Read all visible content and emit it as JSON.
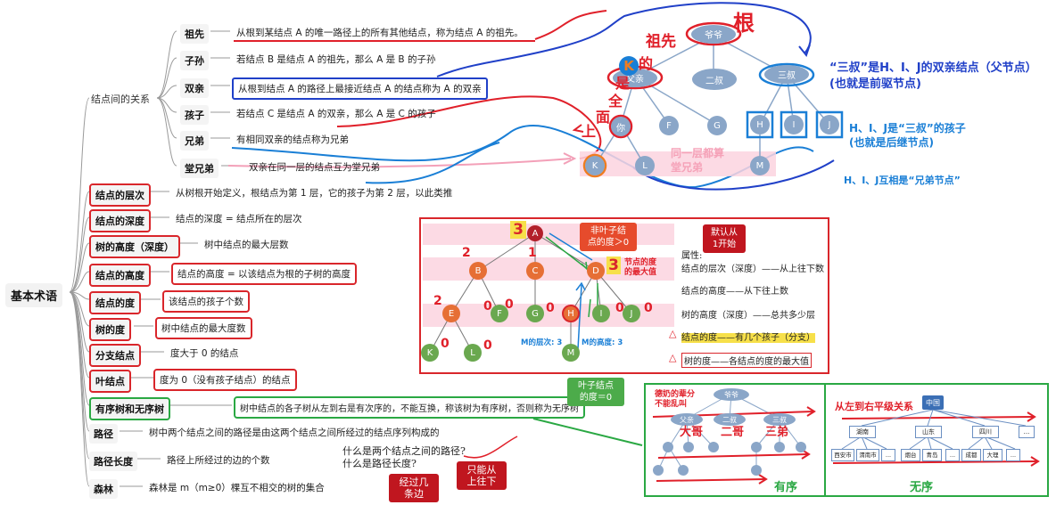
{
  "root": "基本术语",
  "group_relation": "结点间的关系",
  "relations": [
    {
      "term": "祖先",
      "desc": "从根到某结点 A 的唯一路径上的所有其他结点，称为结点 A 的祖先。"
    },
    {
      "term": "子孙",
      "desc": "若结点 B 是结点 A 的祖先，那么 A 是 B 的子孙"
    },
    {
      "term": "双亲",
      "desc": "从根到结点 A 的路径上最接近结点 A 的结点称为 A 的双亲"
    },
    {
      "term": "孩子",
      "desc": "若结点 C 是结点 A 的双亲，那么 A 是 C 的孩子"
    },
    {
      "term": "兄弟",
      "desc": "有相同双亲的结点称为兄弟"
    },
    {
      "term": "堂兄弟",
      "desc": "双亲在同一层的结点互为堂兄弟"
    }
  ],
  "terms": [
    {
      "term": "结点的层次",
      "desc": "从树根开始定义，根结点为第 1 层，它的孩子为第 2 层，以此类推"
    },
    {
      "term": "结点的深度",
      "desc": "结点的深度 = 结点所在的层次"
    },
    {
      "term": "树的高度（深度）",
      "desc": "树中结点的最大层数"
    },
    {
      "term": "结点的高度",
      "desc": "结点的高度 = 以该结点为根的子树的高度"
    },
    {
      "term": "结点的度",
      "desc": "该结点的孩子个数"
    },
    {
      "term": "树的度",
      "desc": "树中结点的最大度数"
    },
    {
      "term": "分支结点",
      "desc": "度大于 0 的结点"
    },
    {
      "term": "叶结点",
      "desc": "度为 0（没有孩子结点）的结点"
    },
    {
      "term": "有序树和无序树",
      "desc": "树中结点的各子树从左到右是有次序的，不能互换，称该树为有序树，否则称为无序树"
    },
    {
      "term": "路径",
      "desc": "树中两个结点之间的路径是由这两个结点之间所经过的结点序列构成的"
    },
    {
      "term": "路径长度",
      "desc": "路径上所经过的边的个数"
    },
    {
      "term": "森林",
      "desc": "森林是 m（m≥0）棵互不相交的树的集合"
    }
  ],
  "family_tree": {
    "nodes": [
      "爷爷",
      "父亲",
      "二叔",
      "三叔",
      "你",
      "F",
      "G",
      "H",
      "I",
      "J",
      "K",
      "L",
      "M"
    ],
    "notes": {
      "root": "根",
      "ancestor": "祖先",
      "k_badge": "K",
      "of": "的",
      "is": "是",
      "all": "全",
      "face": "面",
      "up": "上",
      "cousin": "同一层都算\n堂兄弟",
      "parent_note": "“三叔”是H、I、J的双亲结点（父节点）\n(也就是前驱节点)",
      "child_note": "H、I、J是“三叔”的孩子\n(也就是后继节点)",
      "sibling_note": "H、I、J互相是“兄弟节点”"
    }
  },
  "level_tree": {
    "nodes": [
      "A",
      "B",
      "C",
      "D",
      "E",
      "F",
      "G",
      "H",
      "I",
      "J",
      "K",
      "L",
      "M"
    ],
    "callout_nonleaf": "非叶子结\n点的度＞0",
    "callout_leaf": "叶子结点\n的度＝0",
    "callout_default": "默认从\n1开始",
    "degree_A": "3",
    "degree_D": "3",
    "d_note": "节点的度\n的最大值",
    "nums": [
      "2",
      "1",
      "0",
      "2",
      "0",
      "0",
      "0",
      "0",
      "0",
      "0"
    ],
    "m_level": "M的层次: 3",
    "m_height": "M的高度: 3",
    "attrs": [
      "属性:",
      "结点的层次（深度）——从上往下数",
      "结点的高度——从下往上数",
      "树的高度（深度）——总共多少层",
      "结点的度——有几个孩子（分支）",
      "树的度——各结点的度的最大值"
    ]
  },
  "path_question": [
    "什么是两个结点之间的路径?",
    "什么是路径长度?"
  ],
  "path_notes": {
    "edges": "经过几\n条边",
    "down": "只能从\n上往下"
  },
  "ordered": {
    "label": "有序",
    "left_note": "德奶的辈分\n不能乱叫",
    "nodes": [
      "爷爷",
      "父亲",
      "二叔",
      "三叔"
    ],
    "big": [
      "大哥",
      "二哥",
      "三弟"
    ]
  },
  "unordered": {
    "label": "无序",
    "title": "从左到右平级关系",
    "top": "中国",
    "mid": [
      "湖南",
      "山东",
      "四川",
      "..."
    ],
    "leaf": [
      "西安市",
      "渭南市",
      "...",
      "烟台",
      "青岛",
      "...",
      "成都",
      "大理",
      "..."
    ]
  }
}
